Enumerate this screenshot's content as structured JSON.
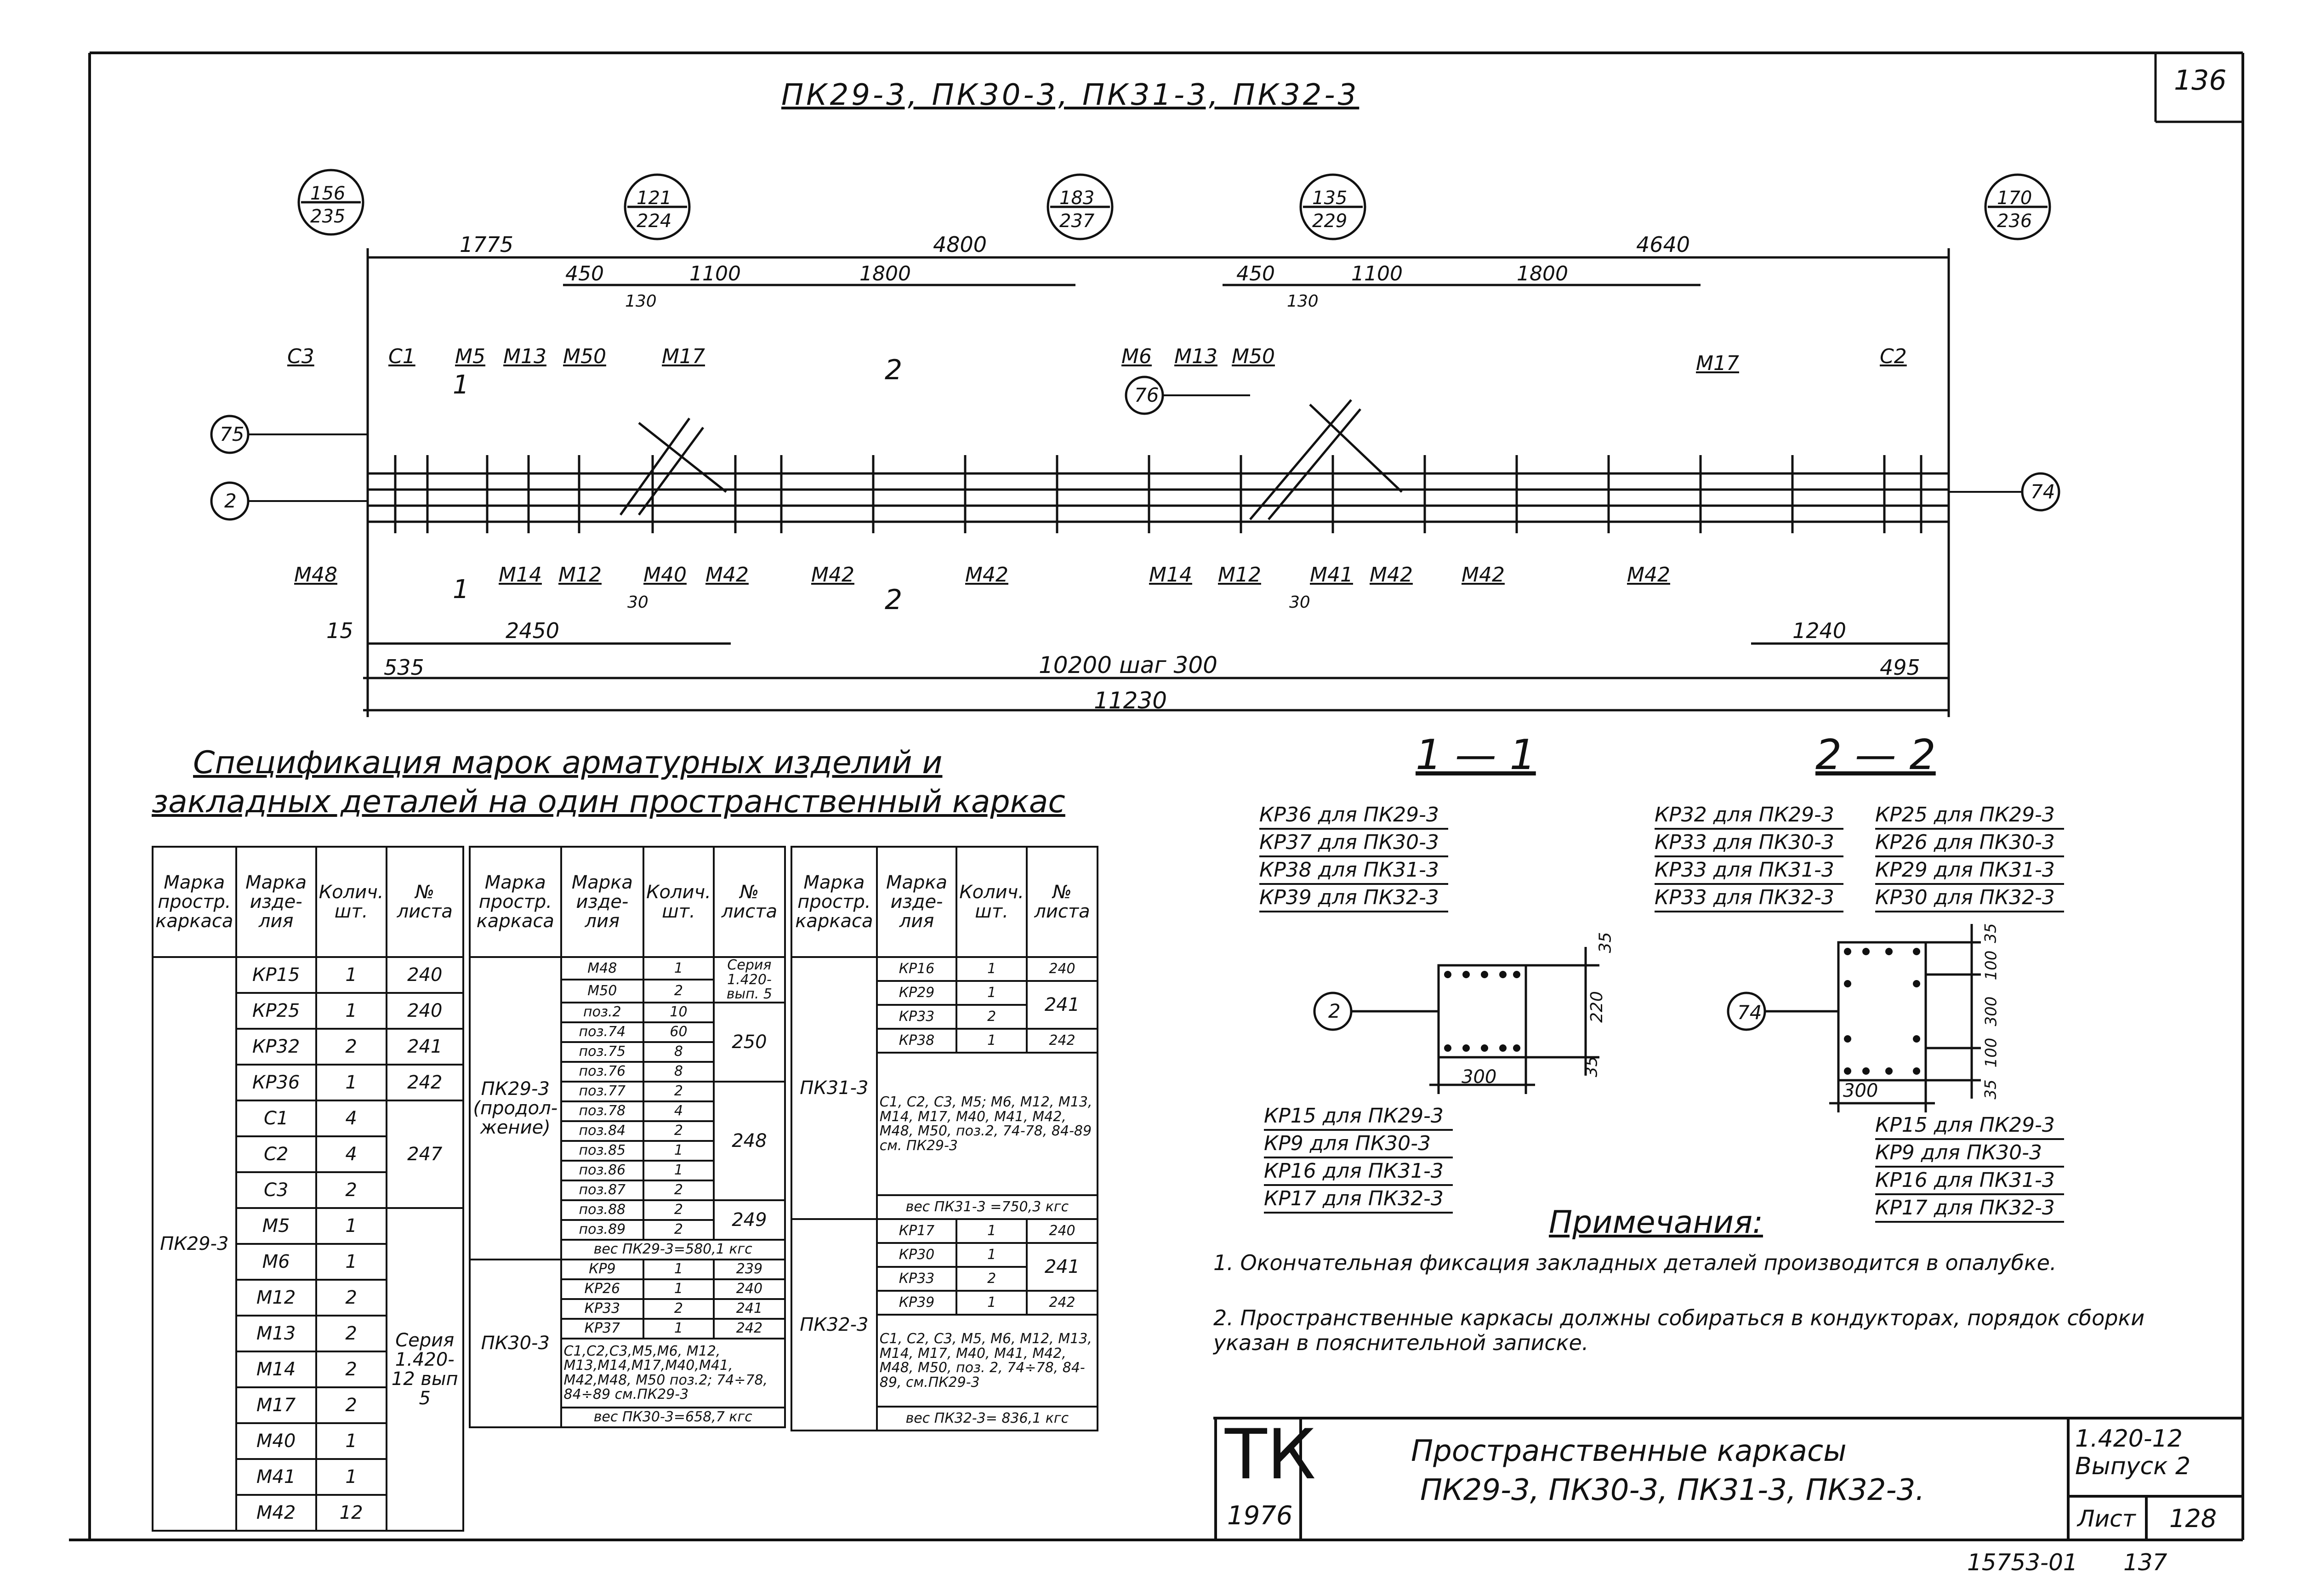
{
  "sheet_corner_number": "136",
  "main_title": "ПК29-3, ПК30-3, ПК31-3, ПК32-3",
  "elevation": {
    "circle_callouts": [
      {
        "top": "156",
        "bottom": "235"
      },
      {
        "top": "121",
        "bottom": "224"
      },
      {
        "top": "183",
        "bottom": "237"
      },
      {
        "top": "135",
        "bottom": "229"
      },
      {
        "top": "170",
        "bottom": "236"
      }
    ],
    "axis_marks": [
      "75",
      "2",
      "76",
      "74"
    ],
    "top_dims": [
      "1775",
      "4800",
      "4640",
      "450",
      "1100",
      "1800",
      "450",
      "1100",
      "1800",
      "130",
      "130"
    ],
    "top_labels": [
      "С3",
      "С1",
      "М5",
      "М13",
      "М50",
      "М17",
      "М6",
      "М13",
      "М50",
      "М17",
      "С2"
    ],
    "section_marks": [
      "1",
      "1",
      "2",
      "2"
    ],
    "bottom_labels": [
      "М48",
      "М14",
      "М12",
      "М40",
      "М42",
      "М42",
      "М42",
      "М14",
      "М12",
      "М41",
      "М42",
      "М42",
      "М42"
    ],
    "bottom_small_dims": [
      "30",
      "30"
    ],
    "bottom_dims": [
      "15",
      "2450",
      "1240",
      "535",
      "10200 шаг 300",
      "495",
      "11230"
    ]
  },
  "spec_title_line1": "Спецификация марок арматурных изделий и",
  "spec_title_line2": "закладных деталей на один пространственный каркас",
  "spec_headers": {
    "h1": "Марка простр. каркаса",
    "h2": "Марка изде- лия",
    "h3": "Колич. шт.",
    "h4": "№ листа"
  },
  "spec_table1": {
    "frame": "ПК29-3",
    "rows": [
      {
        "item": "КР15",
        "qty": "1",
        "sheet": "240"
      },
      {
        "item": "КР25",
        "qty": "1",
        "sheet": "240"
      },
      {
        "item": "КР32",
        "qty": "2",
        "sheet": "241"
      },
      {
        "item": "КР36",
        "qty": "1",
        "sheet": "242"
      },
      {
        "item": "С1",
        "qty": "4"
      },
      {
        "item": "С2",
        "qty": "4"
      },
      {
        "item": "С3",
        "qty": "2"
      },
      {
        "item": "М5",
        "qty": "1"
      },
      {
        "item": "М6",
        "qty": "1"
      },
      {
        "item": "М12",
        "qty": "2"
      },
      {
        "item": "М13",
        "qty": "2"
      },
      {
        "item": "М14",
        "qty": "2"
      },
      {
        "item": "М17",
        "qty": "2"
      },
      {
        "item": "М40",
        "qty": "1"
      },
      {
        "item": "М41",
        "qty": "1"
      },
      {
        "item": "М42",
        "qty": "12"
      }
    ],
    "merged_c": "247",
    "merged_series": "Серия 1.420-12 вып 5"
  },
  "spec_table2": {
    "frame_a": "ПК29-3 (продол- жение)",
    "rows_a": [
      {
        "item": "М48",
        "qty": "1"
      },
      {
        "item": "М50",
        "qty": "2"
      },
      {
        "item": "поз.2",
        "qty": "10"
      },
      {
        "item": "поз.74",
        "qty": "60"
      },
      {
        "item": "поз.75",
        "qty": "8"
      },
      {
        "item": "поз.76",
        "qty": "8"
      },
      {
        "item": "поз.77",
        "qty": "2"
      },
      {
        "item": "поз.78",
        "qty": "4"
      },
      {
        "item": "поз.84",
        "qty": "2"
      },
      {
        "item": "поз.85",
        "qty": "1"
      },
      {
        "item": "поз.86",
        "qty": "1"
      },
      {
        "item": "поз.87",
        "qty": "2"
      },
      {
        "item": "поз.88",
        "qty": "2"
      },
      {
        "item": "поз.89",
        "qty": "2"
      }
    ],
    "series_a": "Серия 1.420- вып. 5",
    "sheet_250": "250",
    "sheet_248": "248",
    "sheet_249": "249",
    "weight_a": "вес ПК29-3=580,1 кгс",
    "frame_b": "ПК30-3",
    "rows_b": [
      {
        "item": "КР9",
        "qty": "1",
        "sheet": "239"
      },
      {
        "item": "КР26",
        "qty": "1",
        "sheet": "240"
      },
      {
        "item": "КР33",
        "qty": "2",
        "sheet": "241"
      },
      {
        "item": "КР37",
        "qty": "1",
        "sheet": "242"
      }
    ],
    "list_b": "С1,С2,С3,М5,М6, М12, М13,М14,М17,М40,М41, М42,М48, М50 поз.2; 74÷78, 84÷89 см.ПК29-3",
    "weight_b": "вес ПК30-3=658,7 кгс"
  },
  "spec_table3": {
    "frame_a": "ПК31-3",
    "rows_a": [
      {
        "item": "КР16",
        "qty": "1",
        "sheet": "240"
      },
      {
        "item": "КР29",
        "qty": "1"
      },
      {
        "item": "КР33",
        "qty": "2"
      },
      {
        "item": "КР38",
        "qty": "1",
        "sheet": "242"
      }
    ],
    "merged_241": "241",
    "list_a": "С1, С2, С3, М5; М6, М12, М13, М14, М17, М40, М41, М42, М48, М50, поз.2, 74-78, 84-89 см. ПК29-3",
    "weight_a": "вес ПК31-3 =750,3 кгс",
    "frame_b": "ПК32-3",
    "rows_b": [
      {
        "item": "КР17",
        "qty": "1",
        "sheet": "240"
      },
      {
        "item": "КР30",
        "qty": "1"
      },
      {
        "item": "КР33",
        "qty": "2"
      },
      {
        "item": "КР39",
        "qty": "1",
        "sheet": "242"
      }
    ],
    "merged_241b": "241",
    "list_b": "С1, С2, С3, М5, М6, М12, М13, М14, М17, М40, М41, М42, М48, М50, поз. 2, 74÷78, 84-89, см.ПК29-3",
    "weight_b": "вес ПК32-3= 836,1 кгс"
  },
  "section_11": {
    "title": "1 — 1",
    "top_labels": [
      "КР36 для ПК29-3",
      "КР37 для ПК30-3",
      "КР38 для ПК31-3",
      "КР39 для ПК32-3"
    ],
    "bottom_labels": [
      "КР15 для ПК29-3",
      "КР9 для ПК30-3",
      "КР16 для ПК31-3",
      "КР17 для ПК32-3"
    ],
    "axis": "2",
    "dims": [
      "35",
      "220",
      "35",
      "300"
    ]
  },
  "section_22": {
    "title": "2 — 2",
    "top_left_labels": [
      "КР32 для ПК29-3",
      "КР33 для ПК30-3",
      "КР33 для ПК31-3",
      "КР33 для ПК32-3"
    ],
    "top_right_labels": [
      "КР25 для ПК29-3",
      "КР26 для ПК30-3",
      "КР29 для ПК31-3",
      "КР30 для ПК32-3"
    ],
    "bottom_labels": [
      "КР15 для ПК29-3",
      "КР9 для ПК30-3",
      "КР16 для ПК31-3",
      "КР17 для ПК32-3"
    ],
    "axis": "74",
    "dims": [
      "35",
      "100",
      "300",
      "100",
      "35",
      "300"
    ]
  },
  "notes": {
    "title": "Примечания:",
    "items": [
      "1. Окончательная фиксация закладных деталей производится в опалубке.",
      "2. Пространственные каркасы должны собираться в кондукторах, порядок сборки указан в пояснительной записке."
    ]
  },
  "title_block": {
    "logo": "ТК",
    "year": "1976",
    "name_line1": "Пространственные каркасы",
    "name_line2": "ПК29-3, ПК30-3, ПК31-3, ПК32-3.",
    "series": "1.420-12",
    "issue": "Выпуск 2",
    "sheet_label": "Лист",
    "sheet_no": "128"
  },
  "bottom_codes": [
    "15753-01",
    "137"
  ]
}
